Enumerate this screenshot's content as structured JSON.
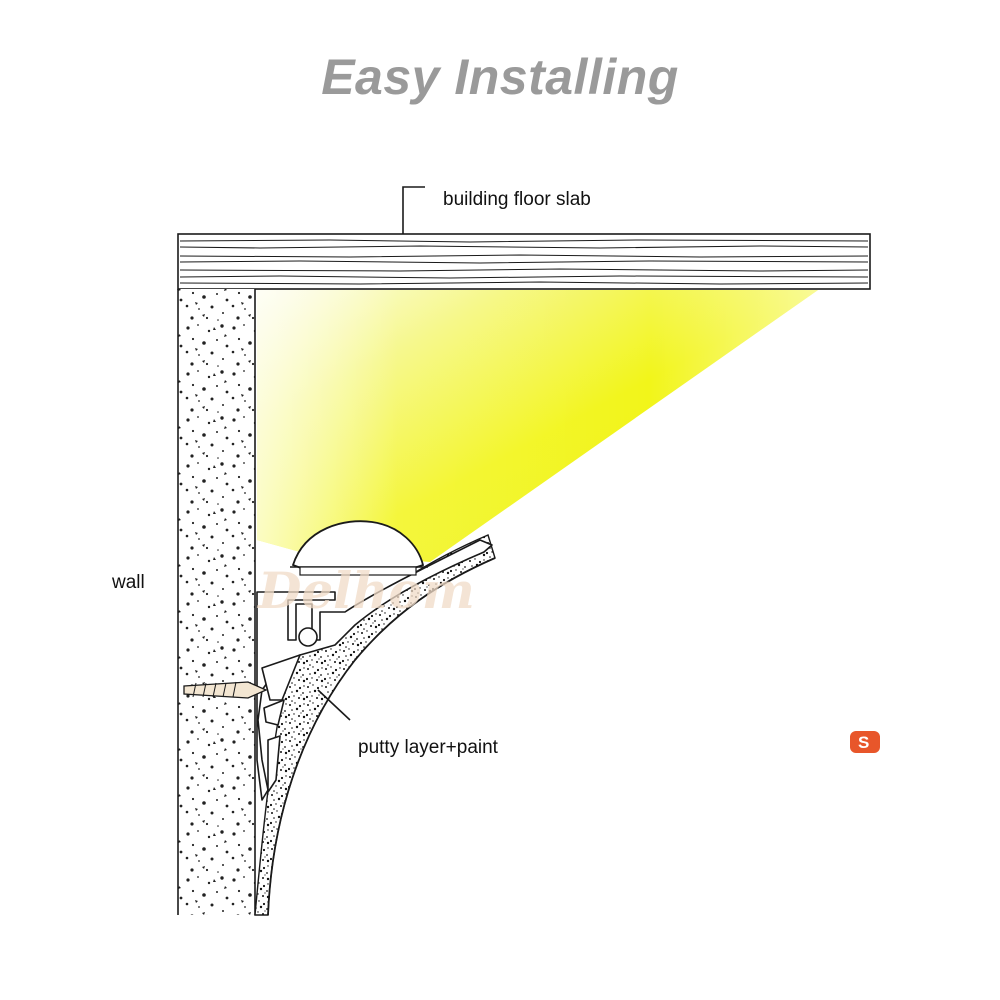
{
  "title": "Easy Installing",
  "labels": {
    "floor_slab": "building floor slab",
    "wall": "wall",
    "putty": "putty layer+paint"
  },
  "watermark": "Delhom",
  "logo": {
    "letter": "S",
    "color": "#e8562a"
  },
  "colors": {
    "light_beam_bright": "#f2f51a",
    "light_beam_soft": "#fbfbd2",
    "title": "#9a9a9a",
    "line": "#1a1a1a"
  }
}
